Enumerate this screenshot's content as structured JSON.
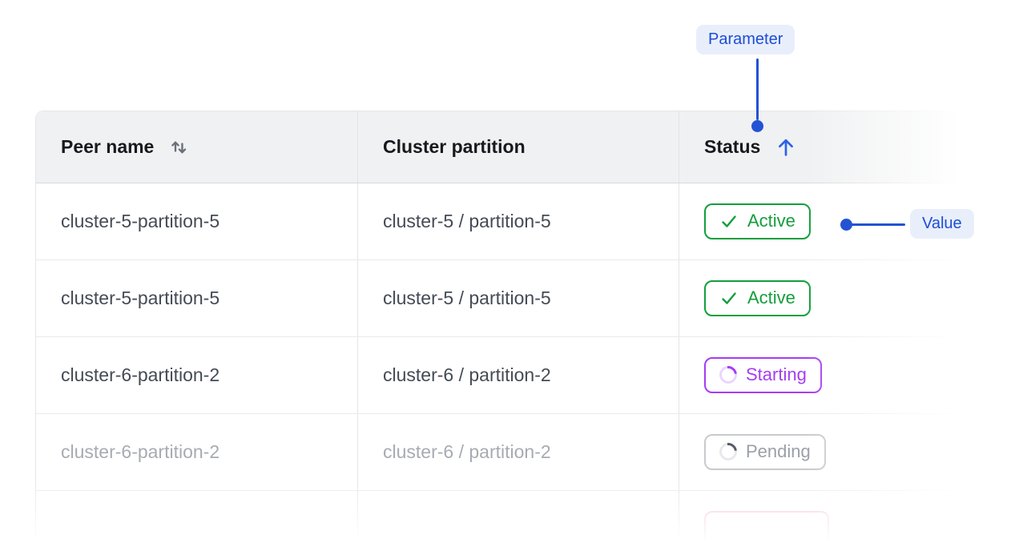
{
  "annotations": {
    "parameter": "Parameter",
    "value": "Value"
  },
  "colors": {
    "annotation_blue": "#2353d4",
    "annotation_chip_bg": "#e9eefb",
    "header_bg": "#f0f1f2",
    "active_green": "#149e3c",
    "starting_purple": "#a63cf3",
    "pending_gray": "#9aa0a8",
    "failed_pink": "#f6c9cf"
  },
  "icons": {
    "peer_name_sort": "sort-both-icon",
    "status_sort": "arrow-up-icon",
    "active_badge": "check-icon",
    "starting_badge": "spinner-icon",
    "pending_badge": "spinner-icon"
  },
  "table": {
    "columns": [
      {
        "label": "Peer name",
        "sortable": true,
        "sorted": null
      },
      {
        "label": "Cluster partition",
        "sortable": false,
        "sorted": null
      },
      {
        "label": "Status",
        "sortable": true,
        "sorted": "ascending"
      }
    ],
    "rows": [
      {
        "peer_name": "cluster-5-partition-5",
        "cluster_partition": "cluster-5 / partition-5",
        "status": "Active",
        "status_variant": "active"
      },
      {
        "peer_name": "cluster-5-partition-5",
        "cluster_partition": "cluster-5 / partition-5",
        "status": "Active",
        "status_variant": "active"
      },
      {
        "peer_name": "cluster-6-partition-2",
        "cluster_partition": "cluster-6 / partition-2",
        "status": "Starting",
        "status_variant": "starting"
      },
      {
        "peer_name": "cluster-6-partition-2",
        "cluster_partition": "cluster-6 / partition-2",
        "status": "Pending",
        "status_variant": "pending",
        "dimmed": true
      },
      {
        "peer_name": "",
        "cluster_partition": "",
        "status": "",
        "status_variant": "failed",
        "partial": true
      }
    ]
  }
}
